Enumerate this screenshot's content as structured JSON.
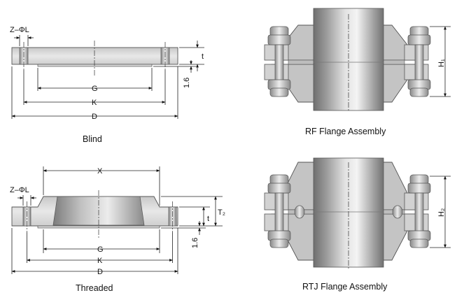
{
  "captions": {
    "blind": "Blind",
    "threaded": "Threaded",
    "rf": "RF Flange Assembly",
    "rtj": "RTJ Flange Assembly"
  },
  "blind": {
    "bolt_label": "Z–ΦL",
    "g": "G",
    "k": "K",
    "d": "D",
    "t": "t",
    "rf_height": "1.6"
  },
  "threaded": {
    "bolt_label": "Z–ΦL",
    "x": "X",
    "g": "G",
    "k": "K",
    "d": "D",
    "t": "t",
    "t2": "T₂",
    "rf_height": "1.6"
  },
  "rf_assembly": {
    "h1": "H₁"
  },
  "rtj_assembly": {
    "h2": "H₂"
  }
}
